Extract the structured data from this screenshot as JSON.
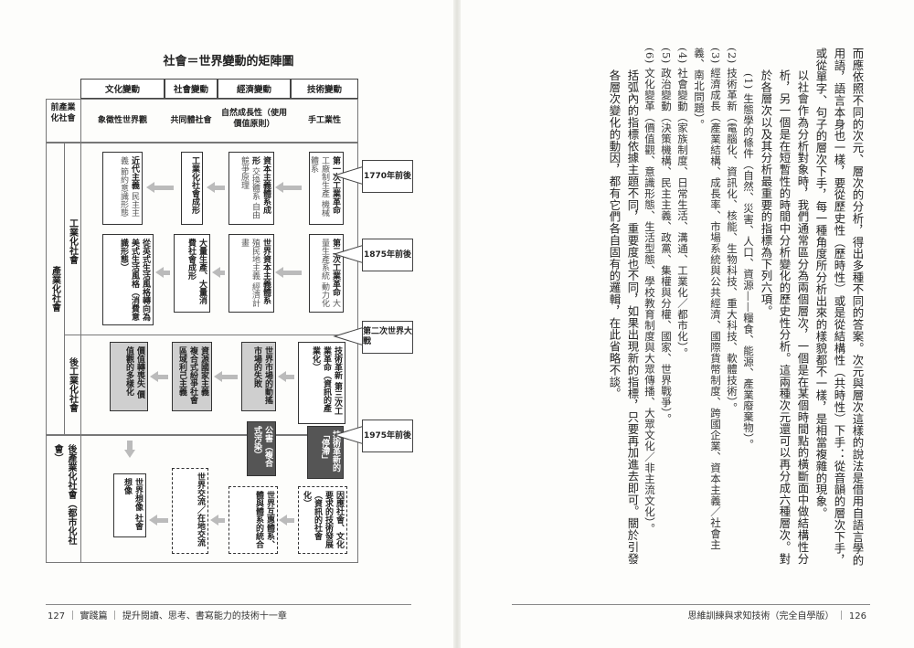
{
  "left_page": {
    "diagram_title": "社會＝世界變動的矩陣圖",
    "col_headers": [
      "文化變動",
      "社會變動",
      "經濟變動",
      "技術變動"
    ],
    "row_headers": {
      "pre_industrial": "前產業化社會",
      "industrial": "產業化社會",
      "industrial_sub": "工業化社會",
      "post_industrial_sub": "後工業化社會",
      "post_industrial": "後產業化社會（都市化社會）"
    },
    "pre_row": [
      "象徵性世界觀",
      "共同體社會",
      "自然成長性（使用價值原則）",
      "手工業性"
    ],
    "timeline": [
      "1770年前後",
      "1875年前後",
      "第二次世界大戰",
      "1975年前後"
    ],
    "boxes": {
      "tech1_sub": "工廠制生產 機械體系",
      "tech1_main": "第一次工業革命",
      "econ1_main": "資本主義體系成形",
      "econ1_sub": "交換體系 自由競爭原理",
      "soc1_main": "工業化社會成形",
      "cul1_main": "近代主義",
      "cul1_sub": "民主主義 節約意識形態",
      "tech2_main": "第二次工業革命",
      "tech2_sub": "大量生產系統 動力化",
      "econ2_main": "世界資本主義體系",
      "econ2_sub": "殖民地主義 經濟計畫",
      "soc2_main": "大量生產、大量消費社會成形",
      "cul2_main": "從英式生活風格轉向為美式生活風格（消費意識形態）",
      "tech3_main": "技術革新 第三次工業革命（資訊的產業化）",
      "econ3_main": "世界市場的動搖 市場的失敗",
      "soc3_main": "資源國家主義 複合式紛爭社會 區域利己主義",
      "cul3_main": "價值轉喪失 價值觀的多樣化",
      "tech4_main": "技術革新的「停滯」",
      "econ4_main": "公害（複合式污染）",
      "tech5_main": "因應社會、文化要求的技術發展（資訊的社會化）",
      "econ5_main": "世界互惠體系、體與體系的統合",
      "soc5_main": "世界交流／在地交流",
      "cul5_main": "世界想像 社會想像"
    },
    "footer": {
      "page_number": "127",
      "section": "實踐篇",
      "chapter": "提升閱讀、思考、書寫能力的技術十一章"
    }
  },
  "right_page": {
    "paragraphs": [
      "而應依照不同的次元、層次的分析，得出多種不同的答案。次元與層次這樣的說法是借用自語言學的用語，語言本身也一樣，要從歷史性（歷時性）或是從結構性（共時性）下手：從音韻的層次下手，或從單字、句子的層次下手，每一種角度所分析出來的樣貌都不一樣，是相當複雜的現象。",
      "以社會作為分析對象時，我們通常區分為兩個層次，一個是在某個時間點的橫斷面中做結構性分析，另一個是在短暫性的時間中分析變化的歷史性分析。這兩種次元還可以再分成六種層次。對於各層次以及其分析最重要的指標為下列六項。"
    ],
    "list": [
      "(1) 生態學的條件（自然、災害、人口、資源——糧食、能源、產業廢棄物）。",
      "(2) 技術革新（電腦化、資訊化、核能、生物科技、重大科技、軟體技術）。",
      "(3) 經濟成長（產業結構、成長率、市場系統與公共經濟、國際貨幣制度、跨國企業、資本主義／社會主義、南北問題）。",
      "(4) 社會變動（家族制度、日常生活、溝通、工業化／都市化）。",
      "(5) 政治變動（決策機構、民主主義、政黨、集權與分權、國家、世界戰爭）。",
      "(6) 文化變革（價值觀、意識形態、生活型態、學校教育制度與大眾傳播、大眾文化／非主流文化）。"
    ],
    "closing": "括弧內的指標依據主題不同，重要度也不同，如果出現新的指標，只要再加進去即可。關於引發各層次變化的動因，都有它們各自固有的邏輯，在此省略不談。",
    "footer": {
      "book_title": "思維訓練與求知技術（完全自學版）",
      "page_number": "126"
    }
  }
}
